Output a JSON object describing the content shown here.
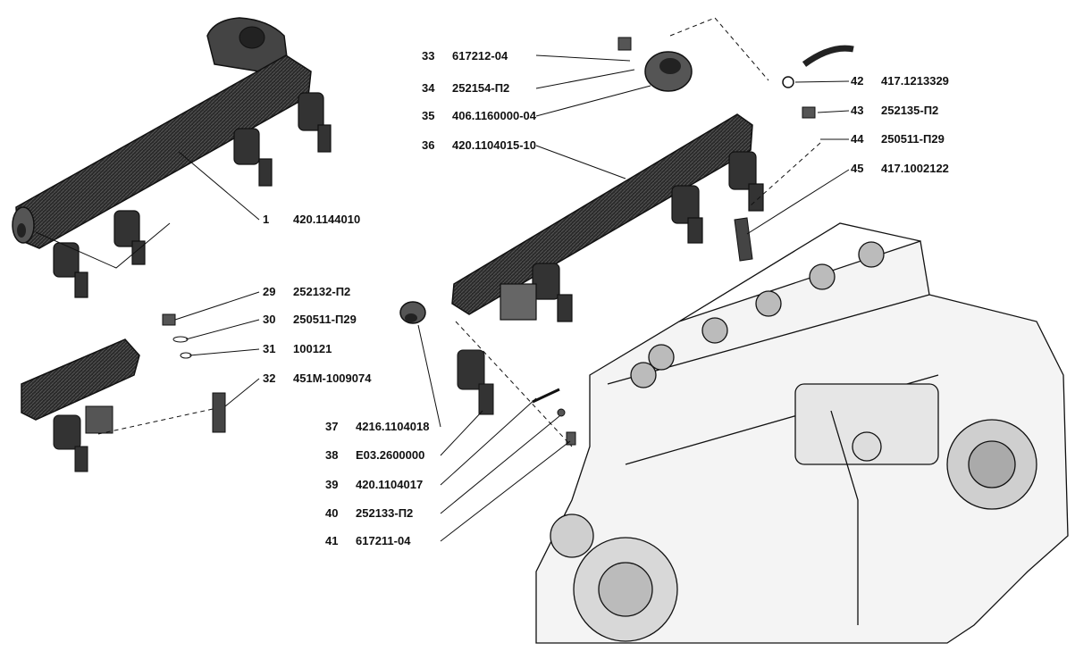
{
  "callouts": [
    {
      "num": "33",
      "code": "617212-04"
    },
    {
      "num": "34",
      "code": "252154-П2"
    },
    {
      "num": "35",
      "code": "406.1160000-04"
    },
    {
      "num": "36",
      "code": "420.1104015-10"
    },
    {
      "num": "42",
      "code": "417.1213329"
    },
    {
      "num": "43",
      "code": "252135-П2"
    },
    {
      "num": "44",
      "code": "250511-П29"
    },
    {
      "num": "45",
      "code": "417.1002122"
    },
    {
      "num": "1",
      "code": "420.1144010"
    },
    {
      "num": "29",
      "code": "252132-П2"
    },
    {
      "num": "30",
      "code": "250511-П29"
    },
    {
      "num": "31",
      "code": "100121"
    },
    {
      "num": "32",
      "code": "451М-1009074"
    },
    {
      "num": "37",
      "code": "4216.1104018"
    },
    {
      "num": "38",
      "code": "Е03.2600000"
    },
    {
      "num": "39",
      "code": "420.1104017"
    },
    {
      "num": "40",
      "code": "252133-П2"
    },
    {
      "num": "41",
      "code": "617211-04"
    }
  ],
  "colors": {
    "ink": "#111111",
    "shade": "#3a3a3a",
    "paper": "#ffffff"
  }
}
